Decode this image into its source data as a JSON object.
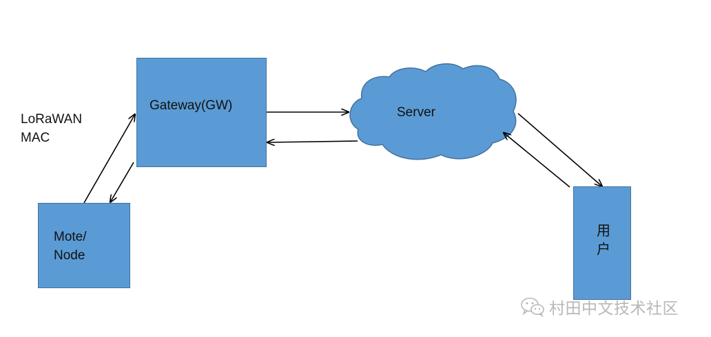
{
  "diagram": {
    "nodes": {
      "mote": {
        "lines": [
          "Mote/",
          "Node"
        ]
      },
      "gateway": {
        "label": "Gateway(GW)"
      },
      "server": {
        "label": "Server",
        "shape": "cloud"
      },
      "user": {
        "lines": [
          "用",
          "户"
        ]
      }
    },
    "annotation": {
      "lines": [
        "LoRaWAN",
        "MAC"
      ]
    },
    "edges": [
      {
        "from": "mote",
        "to": "gateway"
      },
      {
        "from": "gateway",
        "to": "mote"
      },
      {
        "from": "gateway",
        "to": "server"
      },
      {
        "from": "server",
        "to": "gateway"
      },
      {
        "from": "server",
        "to": "user"
      },
      {
        "from": "user",
        "to": "server"
      }
    ],
    "colors": {
      "fill": "#5b9bd5",
      "stroke": "#41719c",
      "arrow": "#000000"
    }
  },
  "watermark": {
    "text": "村田中文技术社区",
    "icon": "wechat-icon"
  }
}
